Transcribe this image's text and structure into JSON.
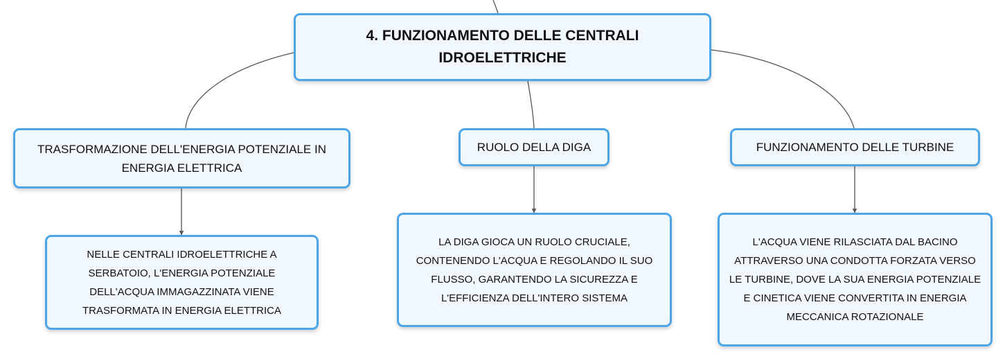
{
  "map": {
    "root": {
      "title": "4. FUNZIONAMENTO DELLE CENTRALI IDROELETTRICHE"
    },
    "topics": [
      {
        "label": "TRASFORMAZIONE DELL'ENERGIA POTENZIALE IN ENERGIA ELETTRICA",
        "detail": "NELLE CENTRALI IDROELETTRICHE A SERBATOIO, L'ENERGIA POTENZIALE DELL'ACQUA IMMAGAZZINATA VIENE TRASFORMATA IN ENERGIA ELETTRICA"
      },
      {
        "label": "RUOLO DELLA DIGA",
        "detail": "LA DIGA GIOCA UN RUOLO CRUCIALE, CONTENENDO L'ACQUA E REGOLANDO IL SUO FLUSSO, GARANTENDO LA SICUREZZA E L'EFFICIENZA DELL'INTERO SISTEMA"
      },
      {
        "label": "FUNZIONAMENTO DELLE TURBINE",
        "detail": "L'ACQUA VIENE RILASCIATA DAL BACINO ATTRAVERSO UNA CONDOTTA FORZATA VERSO LE TURBINE, DOVE LA SUA ENERGIA POTENZIALE E CINETICA VIENE CONVERTITA IN ENERGIA MECCANICA ROTAZIONALE"
      }
    ]
  },
  "colors": {
    "node_border": "#4aa6e8",
    "node_fill": "#f1f8fd",
    "connector": "#555555"
  }
}
